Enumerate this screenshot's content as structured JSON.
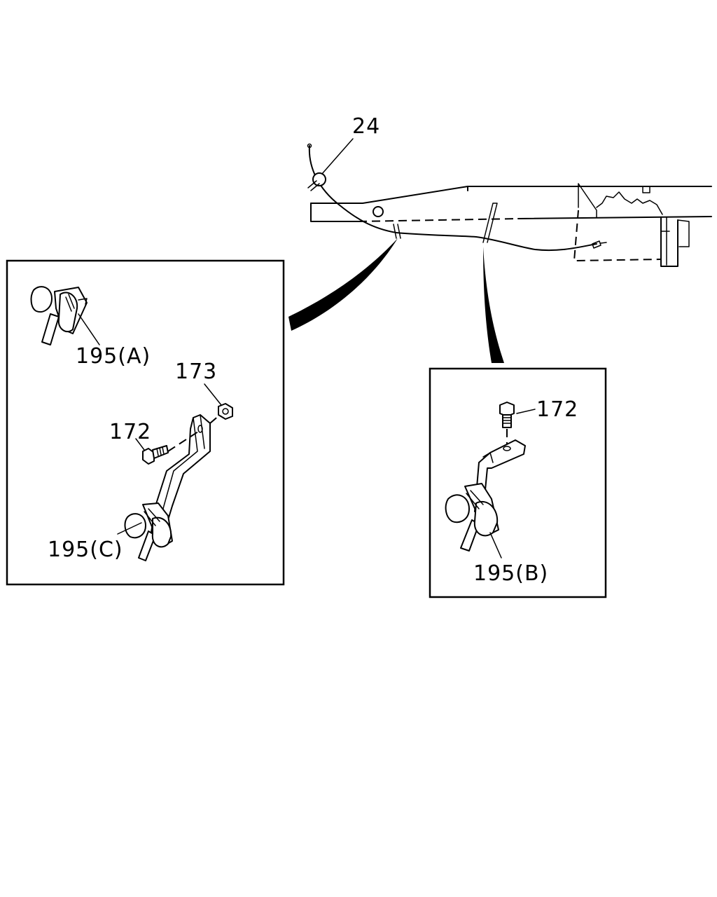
{
  "labels": {
    "cable": "24",
    "clip_a": "195(A)",
    "clip_b": "195(B)",
    "clip_c": "195(C)",
    "nut": "173",
    "bolt_left": "172",
    "bolt_right": "172"
  }
}
